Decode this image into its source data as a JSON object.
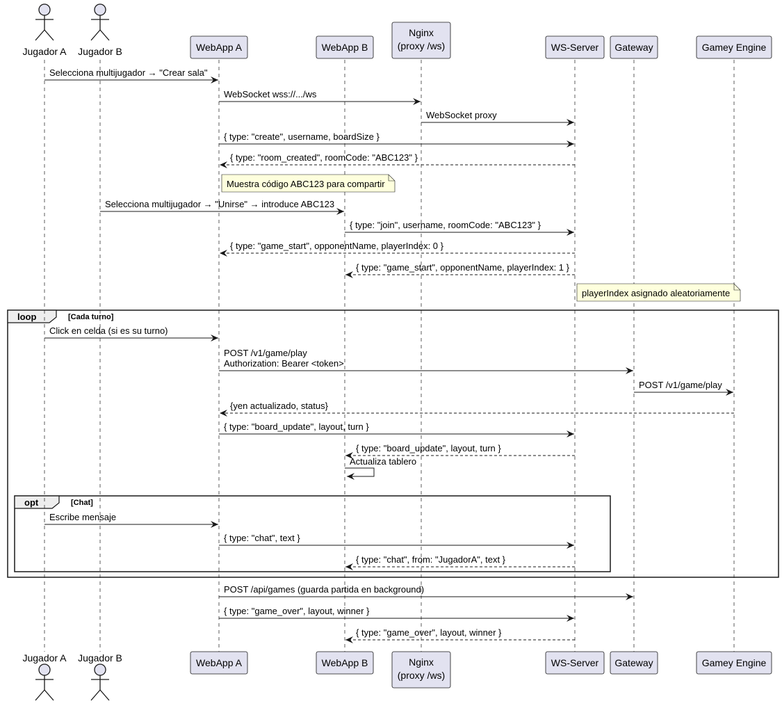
{
  "diagram": {
    "type": "sequence",
    "colors": {
      "participant_fill": "#E2E2F0",
      "participant_stroke": "#181818",
      "note_fill": "#FEFFDD",
      "line": "#181818",
      "frame_tab": "#EEEEEE"
    },
    "participants": [
      {
        "id": "ja",
        "label": "Jugador A",
        "kind": "actor"
      },
      {
        "id": "jb",
        "label": "Jugador B",
        "kind": "actor"
      },
      {
        "id": "wa",
        "label": "WebApp A",
        "kind": "box"
      },
      {
        "id": "wb",
        "label": "WebApp B",
        "kind": "box"
      },
      {
        "id": "ng",
        "label": "Nginx\n(proxy /ws)",
        "kind": "box"
      },
      {
        "id": "ws",
        "label": "WS-Server",
        "kind": "box"
      },
      {
        "id": "gw",
        "label": "Gateway",
        "kind": "box"
      },
      {
        "id": "ge",
        "label": "Gamey Engine",
        "kind": "box"
      }
    ],
    "messages": [
      {
        "from": "ja",
        "to": "wa",
        "text": "Selecciona multijugador → \"Crear sala\"",
        "style": "solid"
      },
      {
        "from": "wa",
        "to": "ng",
        "text": "WebSocket wss://.../ws",
        "style": "solid"
      },
      {
        "from": "ng",
        "to": "ws",
        "text": "WebSocket proxy",
        "style": "solid"
      },
      {
        "from": "wa",
        "to": "ws",
        "text": "{ type: \"create\", username, boardSize }",
        "style": "solid"
      },
      {
        "from": "ws",
        "to": "wa",
        "text": "{ type: \"room_created\", roomCode: \"ABC123\" }",
        "style": "dashed"
      },
      {
        "from": "jb",
        "to": "wb",
        "text": "Selecciona multijugador → \"Unirse\" → introduce ABC123",
        "style": "solid"
      },
      {
        "from": "wb",
        "to": "ws",
        "text": "{ type: \"join\", username, roomCode: \"ABC123\" }",
        "style": "solid"
      },
      {
        "from": "ws",
        "to": "wa",
        "text": "{ type: \"game_start\", opponentName, playerIndex: 0 }",
        "style": "dashed"
      },
      {
        "from": "ws",
        "to": "wb",
        "text": "{ type: \"game_start\", opponentName, playerIndex: 1 }",
        "style": "dashed"
      },
      {
        "from": "ja",
        "to": "wa",
        "text": "Click en celda (si es su turno)",
        "style": "solid"
      },
      {
        "from": "wa",
        "to": "gw",
        "text": "POST /v1/game/play\nAuthorization: Bearer <token>",
        "style": "solid"
      },
      {
        "from": "gw",
        "to": "ge",
        "text": "POST /v1/game/play",
        "style": "solid"
      },
      {
        "from": "ge",
        "to": "wa",
        "text": "{yen actualizado, status}",
        "style": "dashed"
      },
      {
        "from": "wa",
        "to": "ws",
        "text": "{ type: \"board_update\", layout, turn }",
        "style": "solid"
      },
      {
        "from": "ws",
        "to": "wb",
        "text": "{ type: \"board_update\", layout, turn }",
        "style": "dashed"
      },
      {
        "from": "wb",
        "to": "wb",
        "text": "Actualiza tablero",
        "style": "solid"
      },
      {
        "from": "ja",
        "to": "wa",
        "text": "Escribe mensaje",
        "style": "solid"
      },
      {
        "from": "wa",
        "to": "ws",
        "text": "{ type: \"chat\", text }",
        "style": "solid"
      },
      {
        "from": "ws",
        "to": "wb",
        "text": "{ type: \"chat\", from: \"JugadorA\", text }",
        "style": "dashed"
      },
      {
        "from": "wa",
        "to": "gw",
        "text": "POST /api/games (guarda partida en background)",
        "style": "solid"
      },
      {
        "from": "wa",
        "to": "ws",
        "text": "{ type: \"game_over\", layout, winner }",
        "style": "solid"
      },
      {
        "from": "ws",
        "to": "wb",
        "text": "{ type: \"game_over\", layout, winner }",
        "style": "dashed"
      }
    ],
    "notes": [
      {
        "text": "Muestra código ABC123 para compartir"
      },
      {
        "text": "playerIndex asignado aleatoriamente"
      }
    ],
    "frames": [
      {
        "keyword": "loop",
        "guard": "[Cada turno]"
      },
      {
        "keyword": "opt",
        "guard": "[Chat]"
      }
    ]
  }
}
